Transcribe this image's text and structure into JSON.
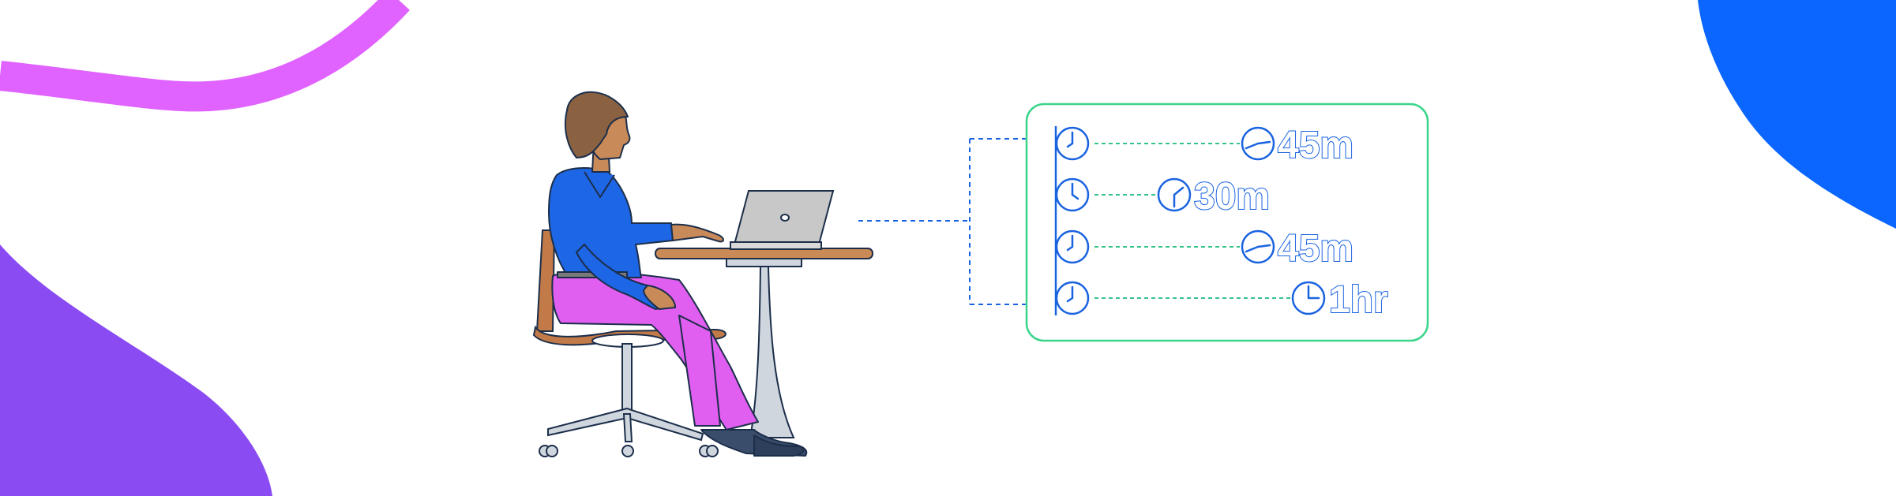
{
  "durations": [
    {
      "label": "45m",
      "minutes": 45
    },
    {
      "label": "30m",
      "minutes": 30
    },
    {
      "label": "45m",
      "minutes": 45
    },
    {
      "label": "1hr",
      "minutes": 60
    }
  ],
  "colors": {
    "magenta_wave": "#e062ff",
    "purple_blob": "#8a4bf2",
    "blue_blob": "#0a66ff",
    "panel_border": "#3ad58a",
    "line_blue": "#1a63e0",
    "dashed_green": "#35c38a",
    "shirt": "#1d66e5",
    "pants": "#e05ef0",
    "skin": "#c98a5a",
    "hair": "#8a6242",
    "chair_seat": "#c17a48",
    "desk_top": "#c98a55",
    "laptop": "#c8c8c8"
  },
  "icons": [
    "clock-icon",
    "laptop-icon"
  ]
}
